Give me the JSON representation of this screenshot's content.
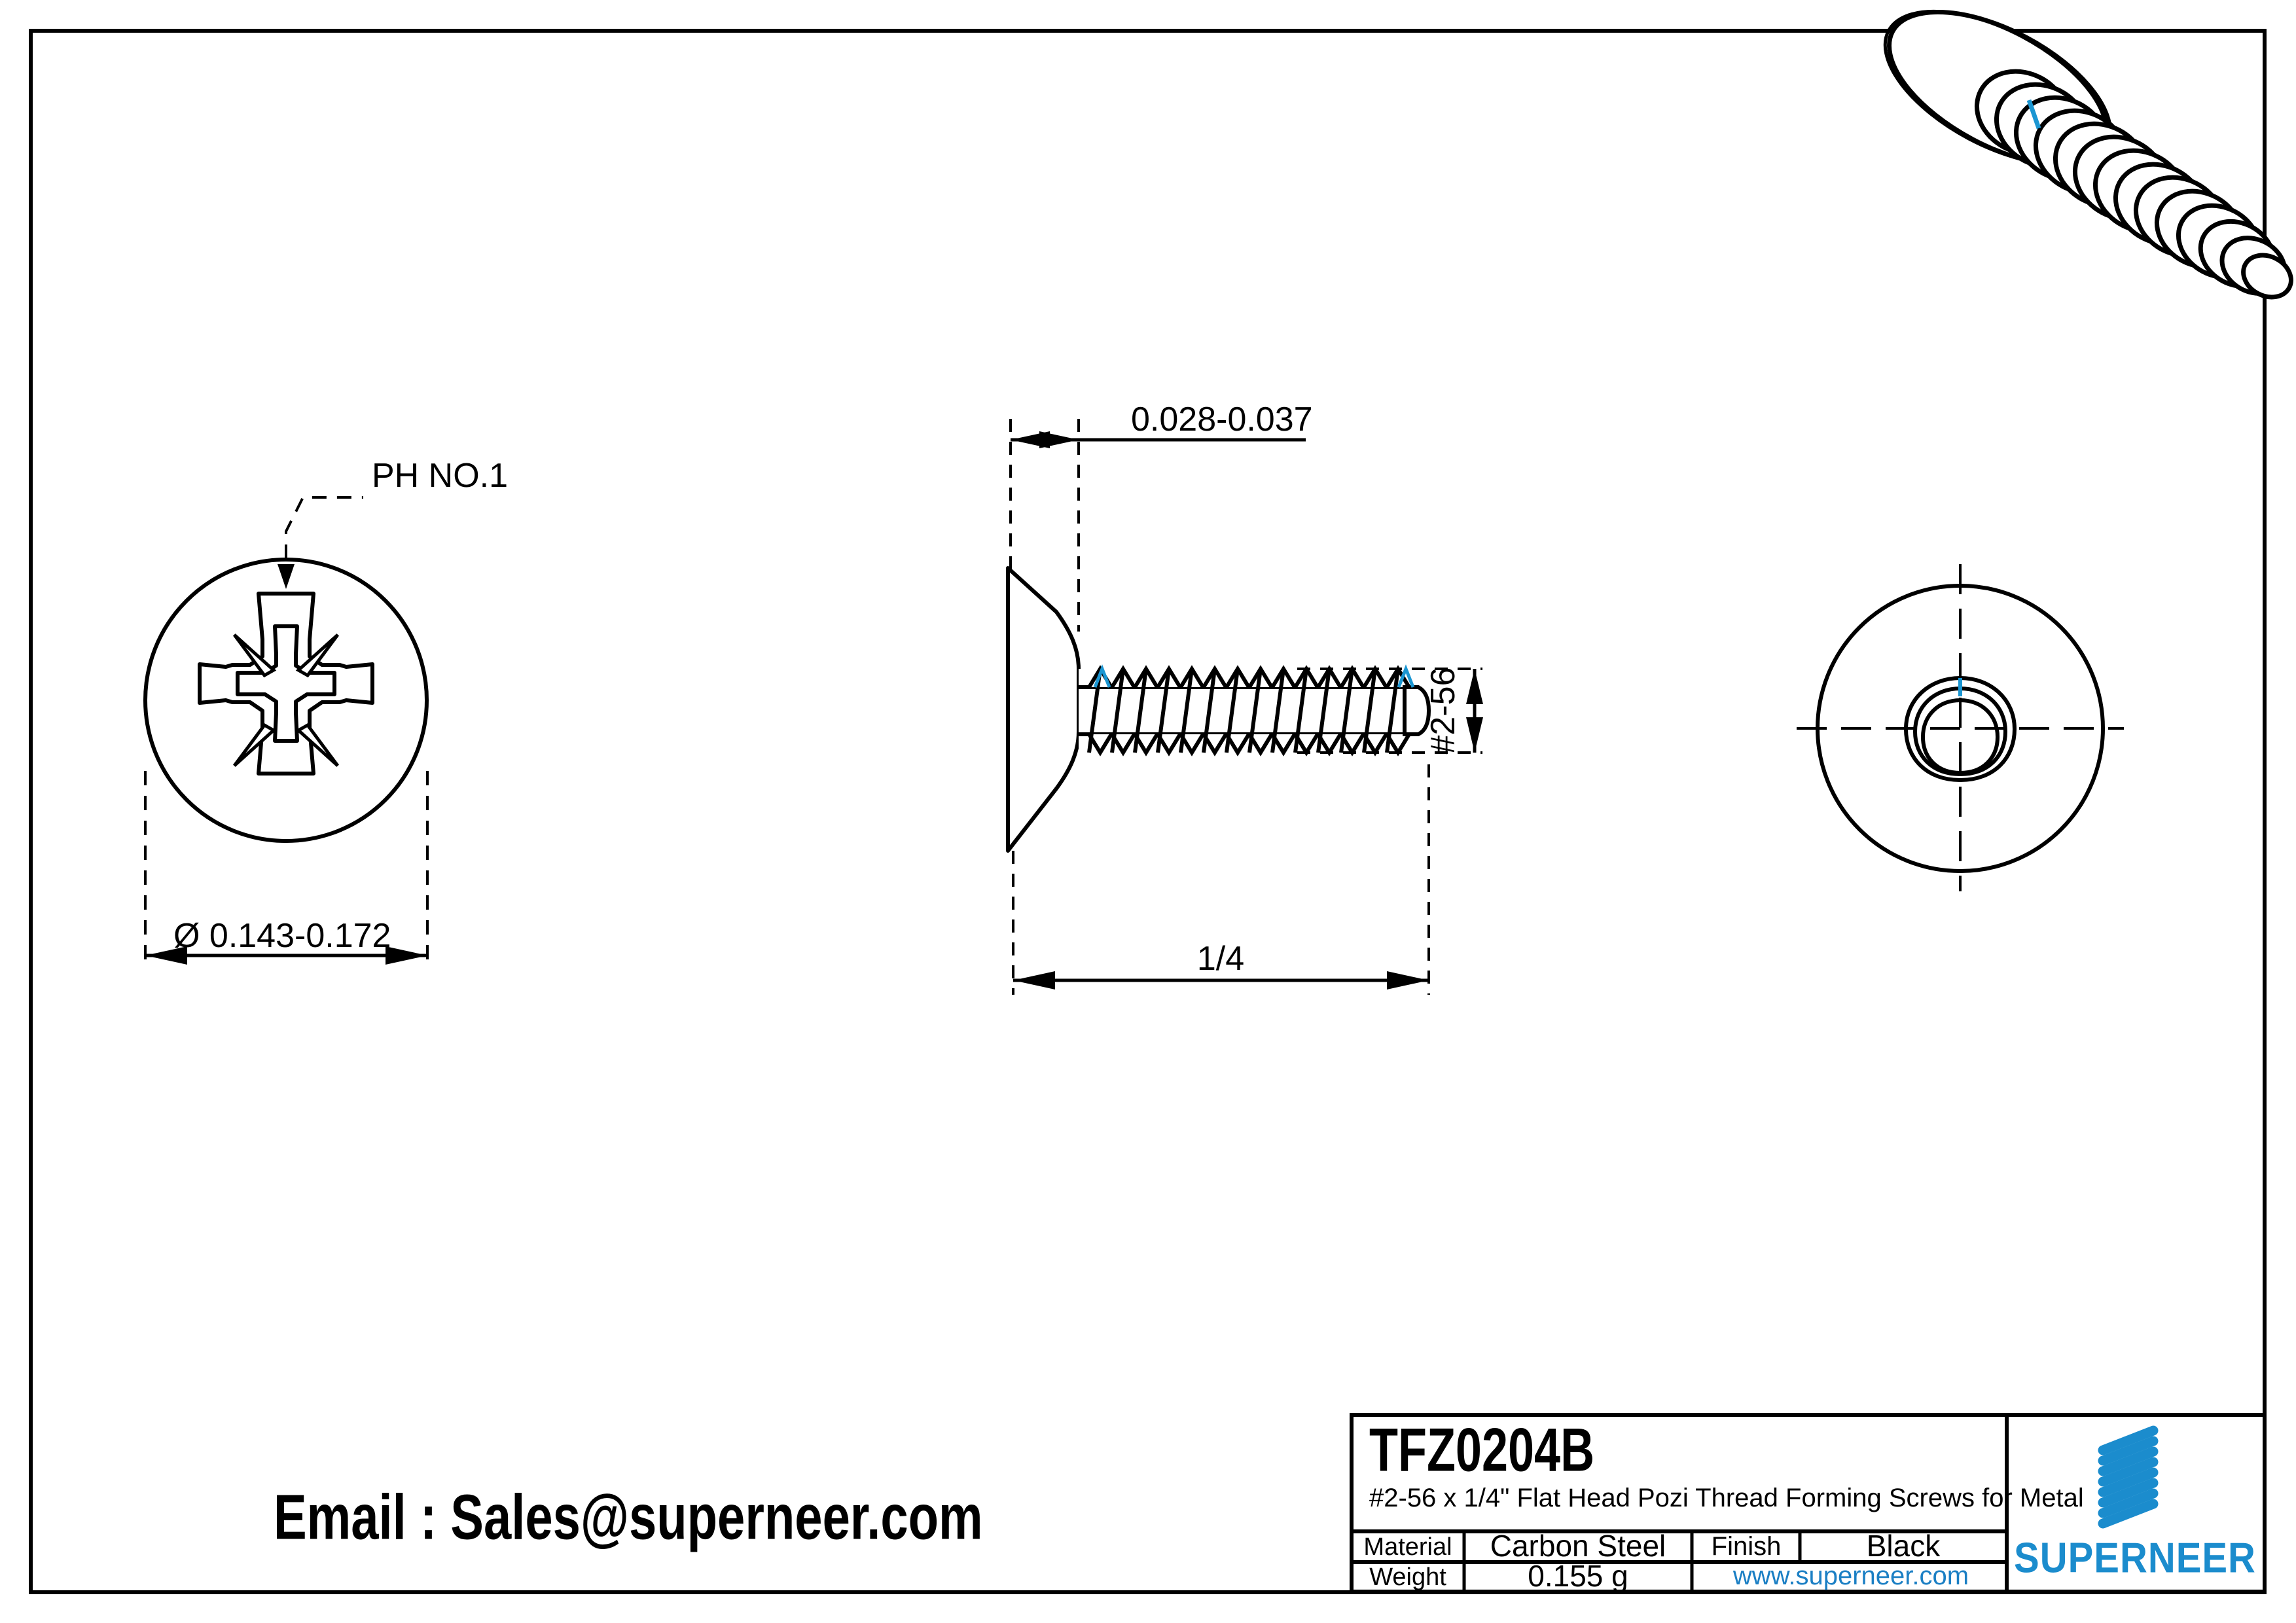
{
  "drawing": {
    "part_number": "TFZ0204B",
    "description": "#2-56 x 1/4\" Flat Head Pozi Thread Forming Screws for Metal",
    "email_line": "Email : Sales@superneer.com"
  },
  "views": {
    "head_view": {
      "recess_callout": "PH NO.1",
      "head_diameter_dim": "Ø  0.143-0.172"
    },
    "side_view": {
      "head_height_dim": "0.028-0.037",
      "thread_size_dim": "#2-56",
      "length_dim": "1/4"
    },
    "bottom_view": {
      "label": ""
    }
  },
  "title_block": {
    "material_label": "Material",
    "material_value": "Carbon Steel",
    "finish_label": "Finish",
    "finish_value": "Black",
    "weight_label": "Weight",
    "weight_value": "0.155 g",
    "website": "www.superneer.com",
    "brand": "SUPERNEER"
  },
  "colors": {
    "line": "#000000",
    "highlight": "#1b96d2",
    "brand_blue": "#1b8ccd",
    "link_blue": "#1b7fc4",
    "paper": "#ffffff"
  }
}
